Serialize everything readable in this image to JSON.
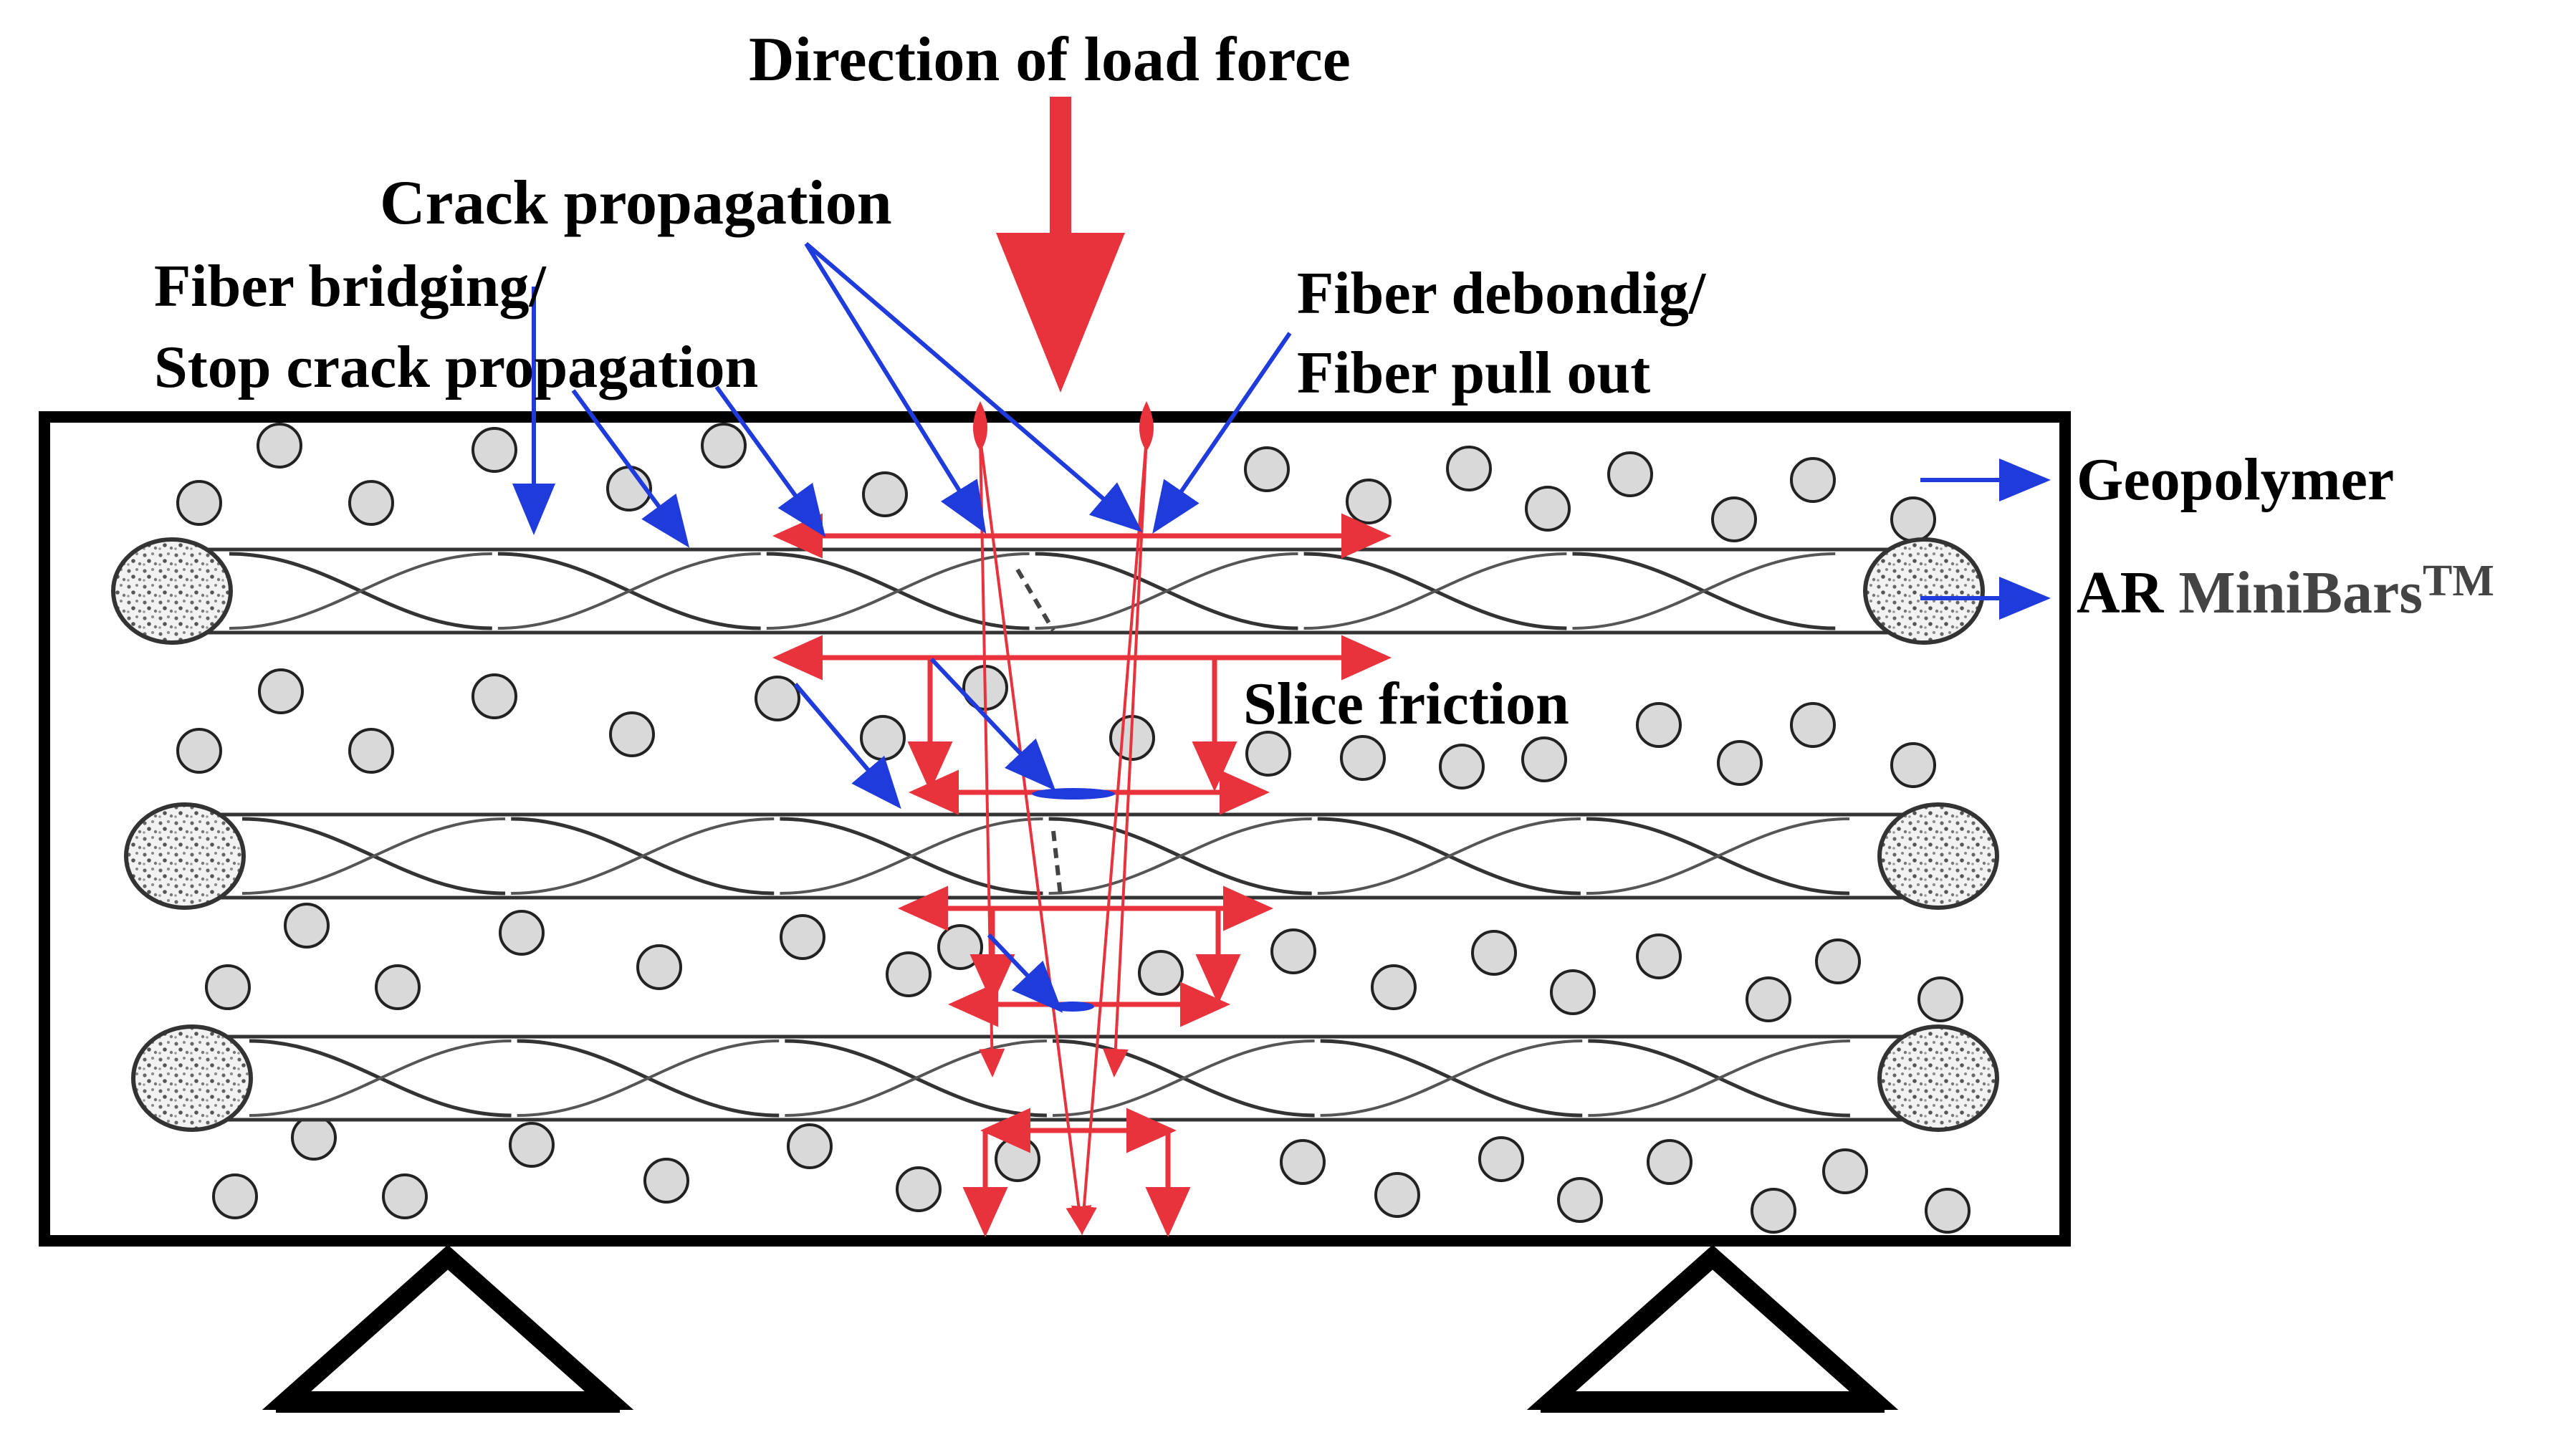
{
  "labels": {
    "load_direction": "Direction of load force",
    "crack_propagation": "Crack propagation",
    "fiber_bridging_line1": "Fiber bridging/",
    "fiber_bridging_line2": "Stop crack propagation",
    "fiber_debonding_line1": "Fiber debondig/",
    "fiber_debonding_line2": "Fiber pull out",
    "geopolymer": "Geopolymer",
    "minibars_prefix": "AR ",
    "minibars_name": "MiniBars",
    "minibars_mark": "TM",
    "slice_friction": "Slice friction"
  },
  "colors": {
    "load_arrow": "#e8323c",
    "pointer_arrow": "#1f3bdc",
    "beam_outline": "#000000",
    "aggregate_fill": "#d9d9d9",
    "fiber_stroke": "#333333"
  }
}
